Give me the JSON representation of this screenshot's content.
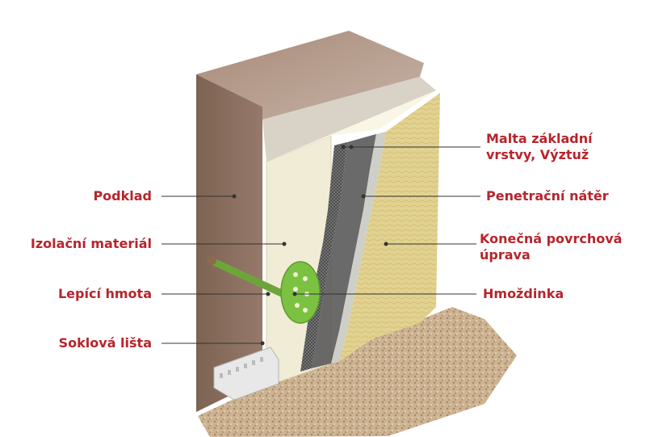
{
  "labels": {
    "podklad": "Podklad",
    "izolacni_material": "Izolační materiál",
    "lepici_hmota": "Lepící hmota",
    "soklova_lista": "Soklová lišta",
    "malta_line1": "Malta základní",
    "malta_line2": "vrstvy, Výztuž",
    "penetracni_nater": "Penetrační nátěr",
    "konecna_line1": "Konečná povrchová",
    "konecna_line2": "úprava",
    "hmozdinka": "Hmoždinka"
  },
  "colors": {
    "label_text": "#b8242b",
    "leader_line": "#333333",
    "substrate": "#8c7160",
    "insulation": "#f1ecd6",
    "mesh": "#4a4a4a",
    "primer": "#cfcfc9",
    "render": "#e2d290",
    "dowel_plate": "#7cc242",
    "ground": "#c9ae8c"
  }
}
